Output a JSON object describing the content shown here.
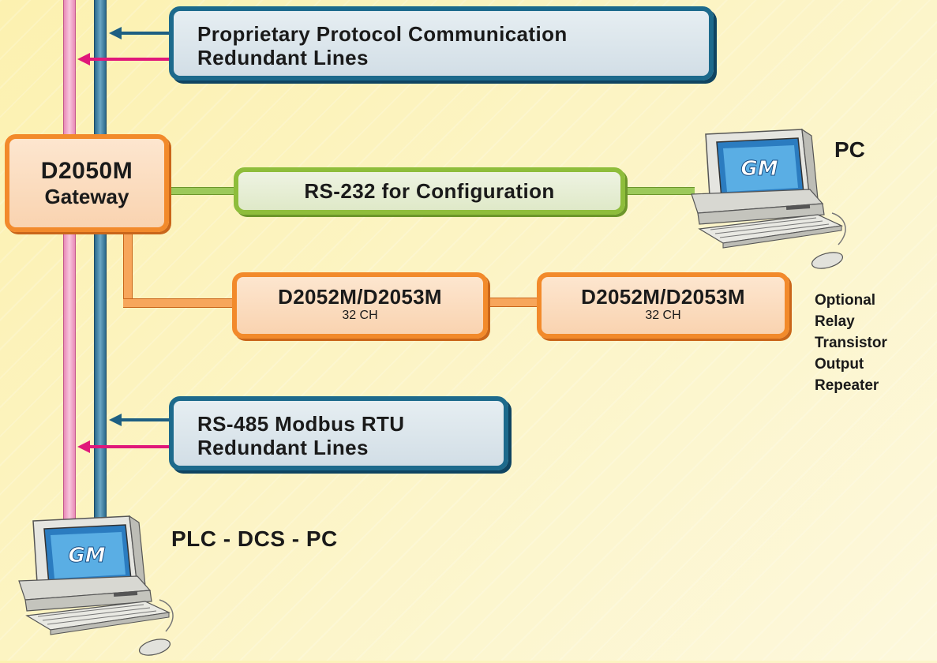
{
  "top_panel": {
    "line1": "Proprietary Protocol Communication",
    "line2": "Redundant Lines"
  },
  "gateway": {
    "model": "D2050M",
    "name": "Gateway"
  },
  "rs232": {
    "label": "RS-232 for Configuration"
  },
  "pc_label": "PC",
  "modules": [
    {
      "model": "D2052M/D2053M",
      "channels": "32 CH"
    },
    {
      "model": "D2052M/D2053M",
      "channels": "32 CH"
    }
  ],
  "optional": [
    "Optional",
    "Relay",
    "Transistor",
    "Output",
    "Repeater"
  ],
  "bottom_panel": {
    "line1": "RS-485 Modbus RTU",
    "line2": "Redundant Lines"
  },
  "plc_label": "PLC - DCS - PC",
  "logo_text": "GM",
  "colors": {
    "pink_bus": "#e889b7",
    "blue_bus": "#1d6a8c",
    "gateway_orange": "#f28a2b",
    "rs232_green": "#8ebd3b",
    "arrow_pink": "#e0187a"
  }
}
